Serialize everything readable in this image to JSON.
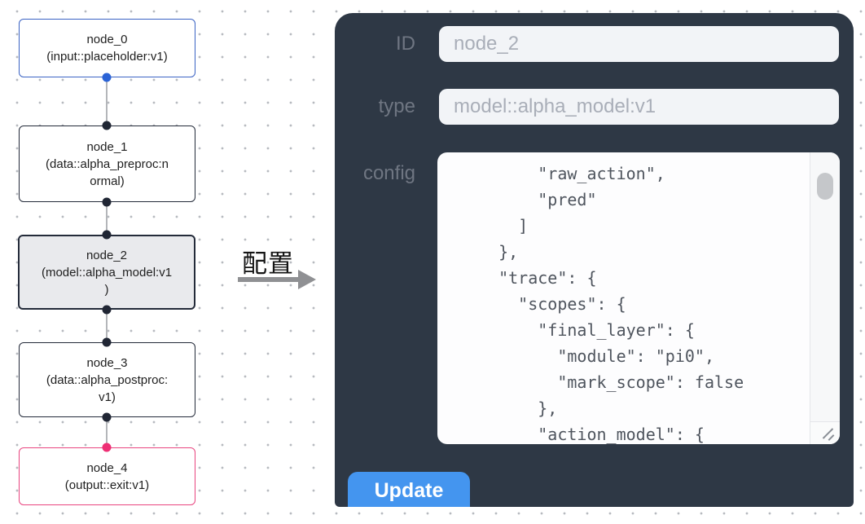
{
  "canvas": {
    "nodes": [
      {
        "id": "node_0",
        "label": "node_0\n(input::placeholder:v1)",
        "kind": "input",
        "border_color": "#3b63c4",
        "selected": false
      },
      {
        "id": "node_1",
        "label": "node_1\n(data::alpha_preproc:n\normal)",
        "kind": "data",
        "border_color": "#242b3a",
        "selected": false
      },
      {
        "id": "node_2",
        "label": "node_2\n(model::alpha_model:v1\n)",
        "kind": "model",
        "border_color": "#242b3a",
        "selected": true
      },
      {
        "id": "node_3",
        "label": "node_3\n(data::alpha_postproc:\nv1)",
        "kind": "data",
        "border_color": "#242b3a",
        "selected": false
      },
      {
        "id": "node_4",
        "label": "node_4\n(output::exit:v1)",
        "kind": "output",
        "border_color": "#e9457f",
        "selected": false
      }
    ],
    "handle_colors": {
      "input": "#2b63d6",
      "default": "#202634",
      "output": "#ee2e74"
    },
    "edge_color": "#b4b6ba"
  },
  "transition": {
    "label": "配置"
  },
  "inspector": {
    "id_label": "ID",
    "id_value": "node_2",
    "type_label": "type",
    "type_value": "model::alpha_model:v1",
    "config_label": "config",
    "config_value": "      \"raw_action\",\n      \"pred\"\n    ]\n  },\n  \"trace\": {\n    \"scopes\": {\n      \"final_layer\": {\n        \"module\": \"pi0\",\n        \"mark_scope\": false\n      },\n      \"action_model\": {",
    "update_label": "Update",
    "colors": {
      "panel_bg": "#2e3845",
      "field_bg": "#f2f4f7",
      "field_text": "#a9aeb8",
      "accent_button": "#4495ef",
      "selected_node_bg": "#e9eaed"
    }
  }
}
